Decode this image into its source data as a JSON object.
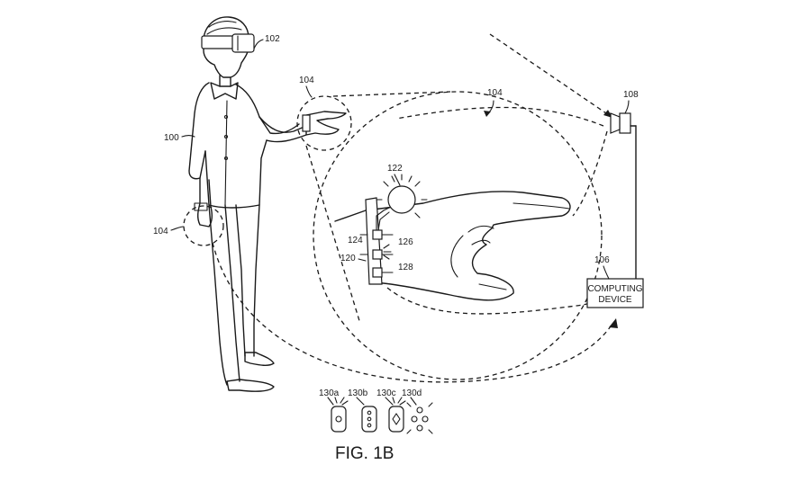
{
  "figure": {
    "caption": "FIG. 1B"
  },
  "labels": {
    "user": "100",
    "headset": "102",
    "hand_top": "104",
    "circle_top": "104",
    "hand_left": "104",
    "computing_device_ref": "106",
    "camera": "108",
    "wearable": "120",
    "light_source": "122",
    "module_a": "124",
    "module_b": "126",
    "module_c": "128",
    "variant_a": "130a",
    "variant_b": "130b",
    "variant_c": "130c",
    "variant_d": "130d"
  },
  "computing_device": {
    "line1": "COMPUTING",
    "line2": "DEVICE"
  }
}
